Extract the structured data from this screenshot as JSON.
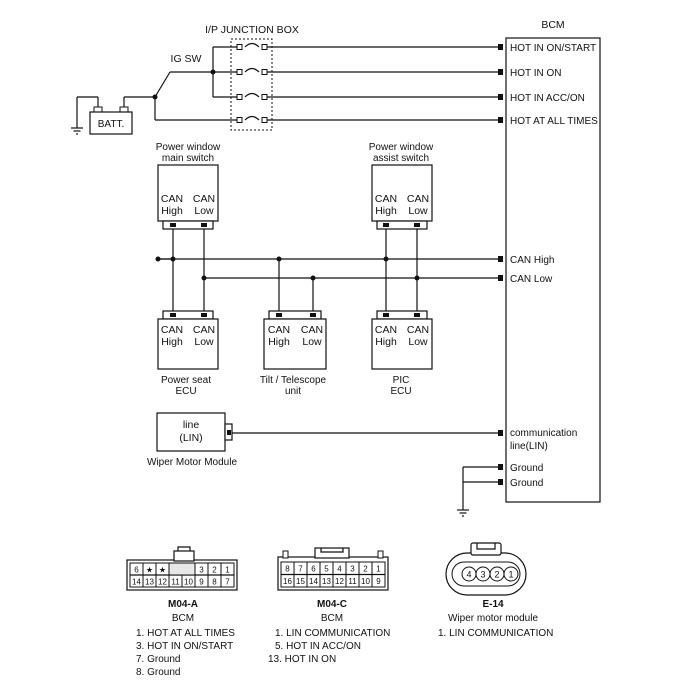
{
  "labels": {
    "junction_box": "I/P JUNCTION BOX",
    "bcm": "BCM",
    "ig_sw": "IG SW",
    "batt": "BATT."
  },
  "bcm_terminals": [
    "HOT IN ON/START",
    "HOT IN ON",
    "HOT IN ACC/ON",
    "HOT AT ALL TIMES",
    "CAN High",
    "CAN Low",
    "communication",
    "line(LIN)",
    "Ground",
    "Ground"
  ],
  "modules": {
    "pw_main": {
      "title1": "Power window",
      "title2": "main switch",
      "hi1": "CAN",
      "hi2": "High",
      "lo1": "CAN",
      "lo2": "Low"
    },
    "pw_assist": {
      "title1": "Power window",
      "title2": "assist switch",
      "hi1": "CAN",
      "hi2": "High",
      "lo1": "CAN",
      "lo2": "Low"
    },
    "seat": {
      "title1": "Power seat",
      "title2": "ECU",
      "hi1": "CAN",
      "hi2": "High",
      "lo1": "CAN",
      "lo2": "Low"
    },
    "tilt": {
      "title1": "Tilt / Telescope",
      "title2": "unit",
      "hi1": "CAN",
      "hi2": "High",
      "lo1": "CAN",
      "lo2": "Low"
    },
    "pic": {
      "title1": "PIC",
      "title2": "ECU",
      "hi1": "CAN",
      "hi2": "High",
      "lo1": "CAN",
      "lo2": "Low"
    },
    "wiper": {
      "line1": "line",
      "line2": "(LIN)",
      "name": "Wiper Motor Module"
    }
  },
  "connectors": [
    {
      "code": "M04-A",
      "part": "BCM",
      "top_pins": [
        "6",
        "★",
        "★",
        "",
        "",
        "3",
        "2",
        "1"
      ],
      "bottom_pins": [
        "14",
        "13",
        "12",
        "11",
        "10",
        "9",
        "8",
        "7"
      ],
      "pins": [
        "1. HOT AT ALL TIMES",
        "3. HOT IN ON/START",
        "7. Ground",
        "8. Ground"
      ]
    },
    {
      "code": "M04-C",
      "part": "BCM",
      "top_pins": [
        "8",
        "7",
        "6",
        "5",
        "4",
        "3",
        "2",
        "1"
      ],
      "bottom_pins": [
        "16",
        "15",
        "14",
        "13",
        "12",
        "11",
        "10",
        "9"
      ],
      "pins": [
        "1. LIN COMMUNICATION",
        "5. HOT IN ACC/ON",
        "13. HOT IN ON"
      ]
    },
    {
      "code": "E-14",
      "part": "Wiper motor module",
      "round_pins": [
        "4",
        "3",
        "2",
        "1"
      ],
      "pins": [
        "1. LIN COMMUNICATION"
      ]
    }
  ]
}
